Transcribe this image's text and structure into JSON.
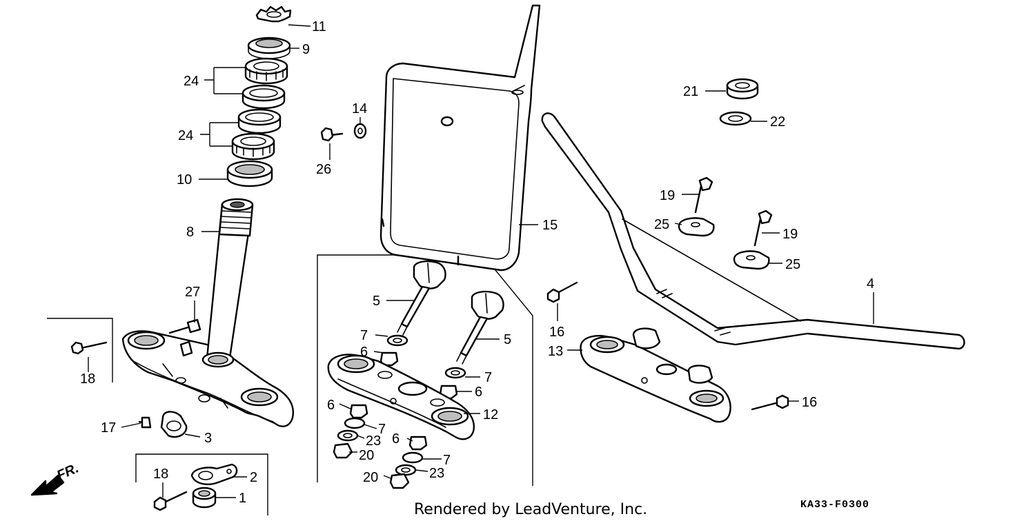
{
  "callouts": {
    "c1": "1",
    "c2": "2",
    "c3": "3",
    "c4": "4",
    "c5a": "5",
    "c5b": "5",
    "c6a": "6",
    "c6b": "6",
    "c6c": "6",
    "c6d": "6",
    "c7a": "7",
    "c7b": "7",
    "c7c": "7",
    "c7d": "7",
    "c8": "8",
    "c9": "9",
    "c10": "10",
    "c11": "11",
    "c12": "12",
    "c13": "13",
    "c14": "14",
    "c15": "15",
    "c16a": "16",
    "c16b": "16",
    "c17": "17",
    "c18a": "18",
    "c18b": "18",
    "c19a": "19",
    "c19b": "19",
    "c20a": "20",
    "c20b": "20",
    "c21": "21",
    "c22": "22",
    "c23a": "23",
    "c23b": "23",
    "c24a": "24",
    "c24b": "24",
    "c25a": "25",
    "c25b": "25",
    "c26": "26",
    "c27": "27"
  },
  "direction_label": "FR.",
  "credit": "Rendered by LeadVenture, Inc.",
  "diagram_code": "KA33-F0300",
  "colors": {
    "line": "#000000",
    "background": "#ffffff"
  }
}
